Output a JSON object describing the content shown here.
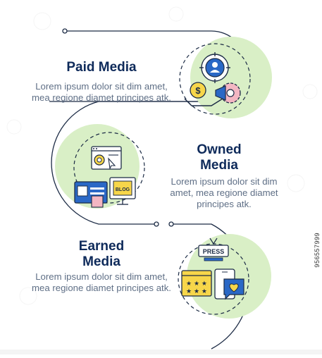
{
  "sections": [
    {
      "title": "Paid Media",
      "body": "Lorem ipsum dolor sit dim amet, mea regione diamet principes atk."
    },
    {
      "title": "Owned Media",
      "body": "Lorem ipsum dolor sit dim amet, mea regione diamet principes atk."
    },
    {
      "title": "Earned Media",
      "body": "Lorem ipsum dolor sit dim amet, mea regione diamet principes atk."
    }
  ],
  "icon_text": {
    "blog": "BLOG",
    "press": "PRESS"
  },
  "watermark_id": "956557999",
  "colors": {
    "navy": "#0e2a5a",
    "green": "#d9efc6",
    "yellow": "#f7d64a",
    "blue": "#2a68c6",
    "pink": "#f3b6c2",
    "line": "#1c2b45"
  }
}
